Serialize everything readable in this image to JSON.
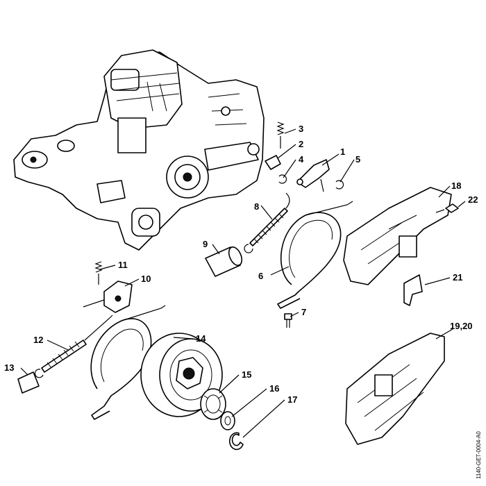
{
  "diagram": {
    "doc_id": "1140-GET-0004-A0",
    "callouts": [
      {
        "id": "c1",
        "label": "1"
      },
      {
        "id": "c2",
        "label": "2"
      },
      {
        "id": "c3",
        "label": "3"
      },
      {
        "id": "c4",
        "label": "4"
      },
      {
        "id": "c5",
        "label": "5"
      },
      {
        "id": "c6",
        "label": "6"
      },
      {
        "id": "c7",
        "label": "7"
      },
      {
        "id": "c8",
        "label": "8"
      },
      {
        "id": "c9",
        "label": "9"
      },
      {
        "id": "c10",
        "label": "10"
      },
      {
        "id": "c11",
        "label": "11"
      },
      {
        "id": "c12",
        "label": "12"
      },
      {
        "id": "c13",
        "label": "13"
      },
      {
        "id": "c14",
        "label": "14"
      },
      {
        "id": "c15",
        "label": "15"
      },
      {
        "id": "c16",
        "label": "16"
      },
      {
        "id": "c17",
        "label": "17"
      },
      {
        "id": "c18",
        "label": "18"
      },
      {
        "id": "c19",
        "label": "19,20"
      },
      {
        "id": "c21",
        "label": "21"
      },
      {
        "id": "c22",
        "label": "22"
      }
    ]
  }
}
